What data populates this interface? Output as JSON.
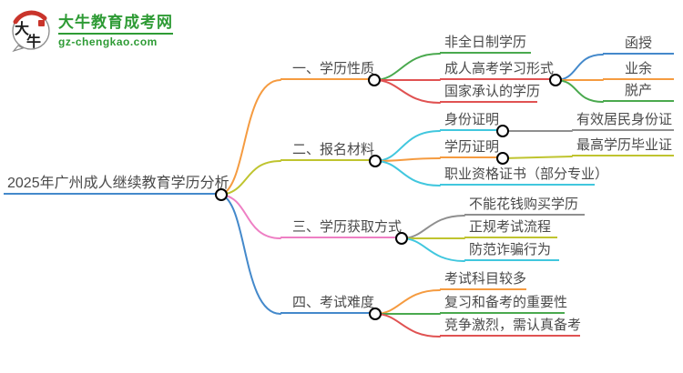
{
  "site": {
    "brand": "大牛教育成考网",
    "domain": "gz-chengkao.com",
    "icon_char1": "大",
    "icon_char2": "牛"
  },
  "palette": {
    "blue": "#4489cb",
    "orange": "#f59b40",
    "olive": "#bfc42f",
    "pink": "#ee7fc4",
    "green": "#4aa94e",
    "red": "#e05252",
    "cyan": "#41c7de",
    "gray": "#8f8f8f",
    "text_dark": "#4a4a4a",
    "logo_green": "#2e9b35",
    "logo_red": "#c9342b"
  },
  "root": {
    "label": "2025年广州成人继续教育学历分析"
  },
  "branches": [
    {
      "label": "一、学历性质",
      "children": [
        {
          "label": "非全日制学历"
        },
        {
          "label": "成人高考学习形式",
          "children": [
            {
              "label": "函授"
            },
            {
              "label": "业余"
            },
            {
              "label": "脱产"
            }
          ]
        },
        {
          "label": "国家承认的学历"
        }
      ]
    },
    {
      "label": "二、报名材料",
      "children": [
        {
          "label": "身份证明",
          "children": [
            {
              "label": "有效居民身份证"
            }
          ]
        },
        {
          "label": "学历证明",
          "children": [
            {
              "label": "最高学历毕业证"
            }
          ]
        },
        {
          "label": "职业资格证书（部分专业）"
        }
      ]
    },
    {
      "label": "三、学历获取方式",
      "children": [
        {
          "label": "不能花钱购买学历"
        },
        {
          "label": "正规考试流程"
        },
        {
          "label": "防范诈骗行为"
        }
      ]
    },
    {
      "label": "四、考试难度",
      "children": [
        {
          "label": "考试科目较多"
        },
        {
          "label": "复习和备考的重要性"
        },
        {
          "label": "竞争激烈，需认真备考"
        }
      ]
    }
  ]
}
